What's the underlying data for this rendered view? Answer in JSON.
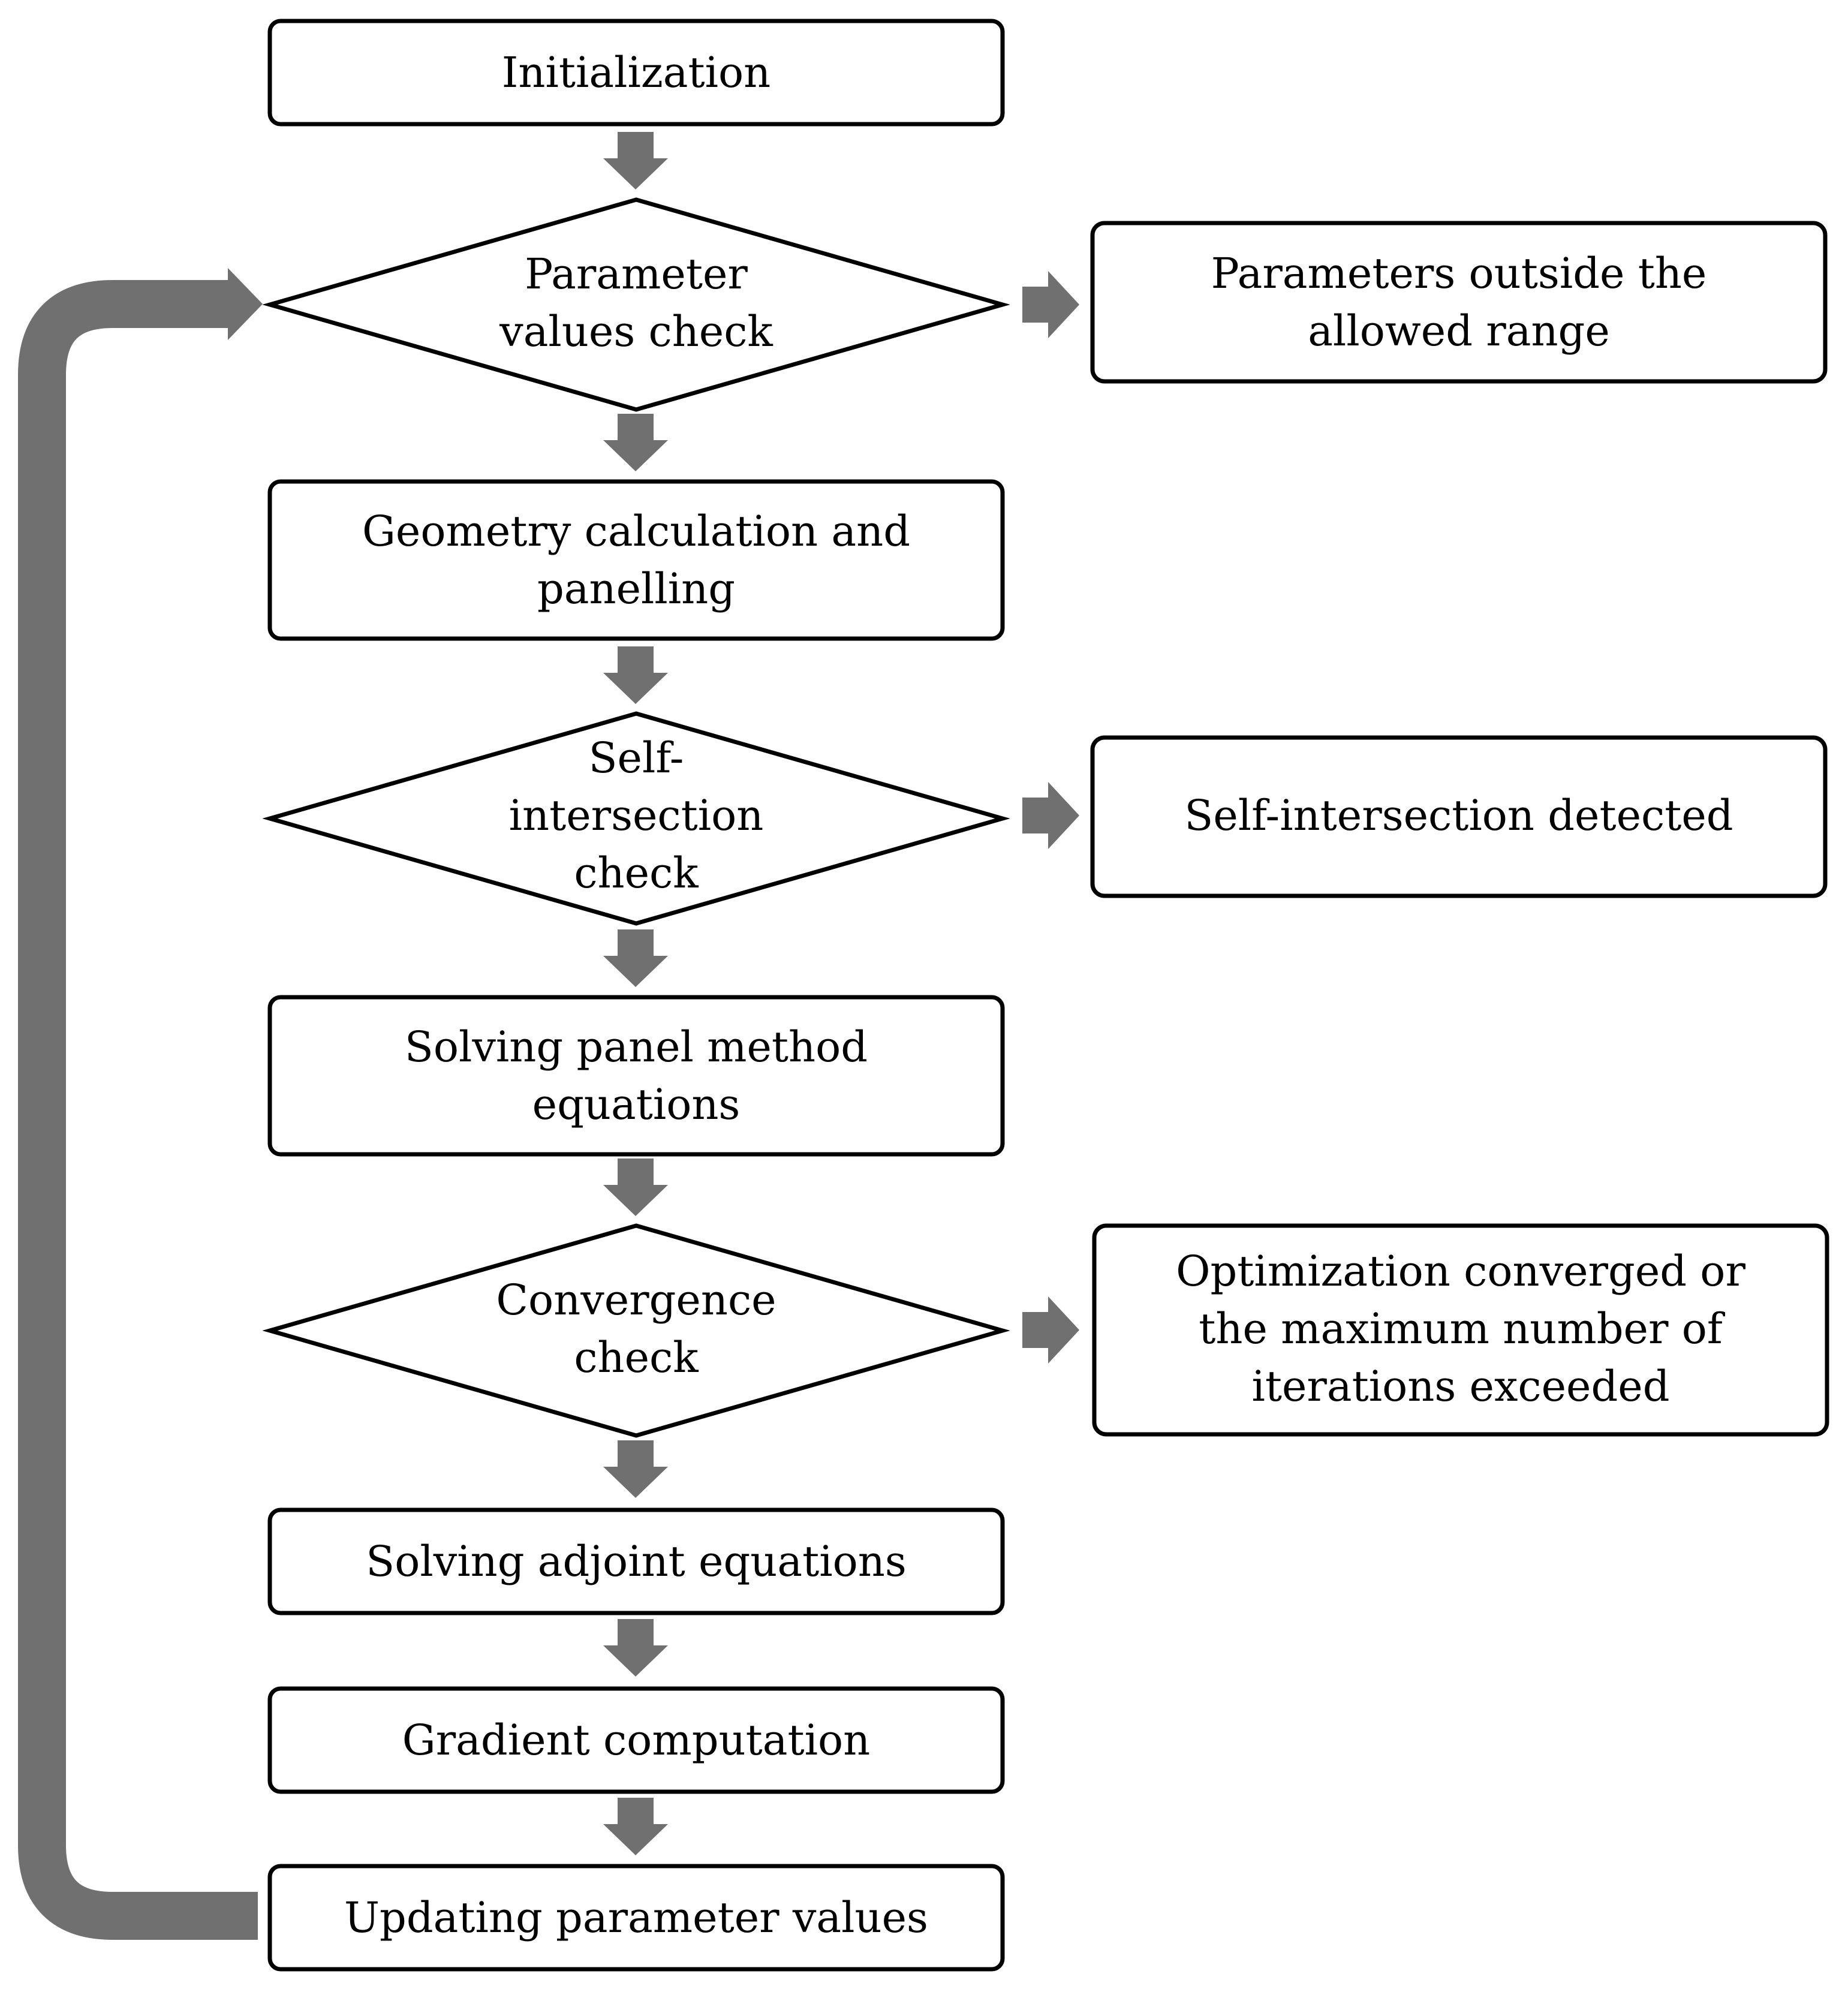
{
  "colors": {
    "box_border": "#000000",
    "box_fill": "#ffffff",
    "arrow": "#707070",
    "background": "#ffffff"
  },
  "nodes": {
    "initialization": {
      "lines": [
        "Initialization"
      ]
    },
    "param_check": {
      "lines": [
        "Parameter",
        "values check"
      ]
    },
    "param_outside": {
      "lines": [
        "Parameters outside the",
        "allowed range"
      ]
    },
    "geometry": {
      "lines": [
        "Geometry calculation and",
        "panelling"
      ]
    },
    "self_check": {
      "lines": [
        "Self-",
        "intersection",
        "check"
      ]
    },
    "self_detected": {
      "lines": [
        "Self-intersection detected"
      ]
    },
    "solving_panel": {
      "lines": [
        "Solving panel method",
        "equations"
      ]
    },
    "convergence_check": {
      "lines": [
        "Convergence",
        "check"
      ]
    },
    "converged": {
      "lines": [
        "Optimization converged or",
        "the maximum number of",
        "iterations exceeded"
      ]
    },
    "adjoint": {
      "lines": [
        "Solving adjoint equations"
      ]
    },
    "gradient": {
      "lines": [
        "Gradient computation"
      ]
    },
    "updating": {
      "lines": [
        "Updating parameter values"
      ]
    }
  }
}
